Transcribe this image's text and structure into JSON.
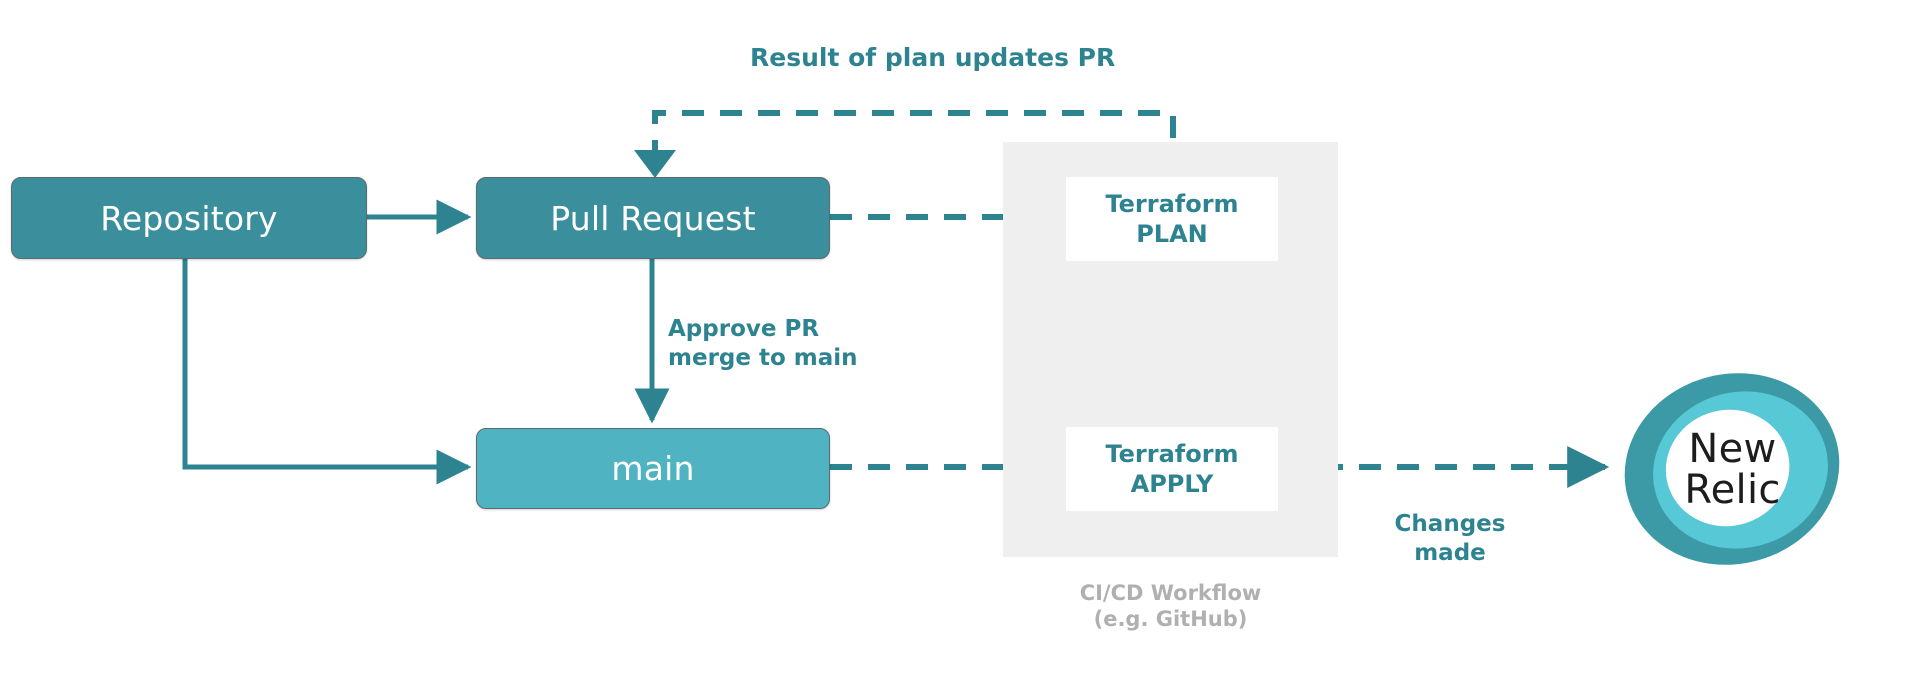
{
  "diagram": {
    "title_annotation": "Result of plan updates PR",
    "nodes": {
      "repository": "Repository",
      "pull_request": "Pull Request",
      "main": "main"
    },
    "ci": {
      "caption_line1": "CI/CD Workflow",
      "caption_line2": "(e.g. GitHub)",
      "jobs": [
        {
          "line1": "Terraform",
          "line2": "PLAN"
        },
        {
          "line1": "Terraform",
          "line2": "APPLY"
        }
      ]
    },
    "edge_labels": {
      "approve_line1": "Approve PR",
      "approve_line2": "merge to main",
      "changes_line1": "Changes",
      "changes_line2": "made"
    },
    "logo": {
      "line1": "New",
      "line2": "Relic"
    },
    "colors": {
      "node_dark": "#3b8e9b",
      "node_light": "#4fb3c1",
      "connector": "#2e8390",
      "ci_background": "#efefef",
      "ci_caption": "#b0b0b0",
      "job_text": "#2e8390",
      "logo_outer": "#3b9aa6",
      "logo_inner": "#56c8d6"
    }
  }
}
